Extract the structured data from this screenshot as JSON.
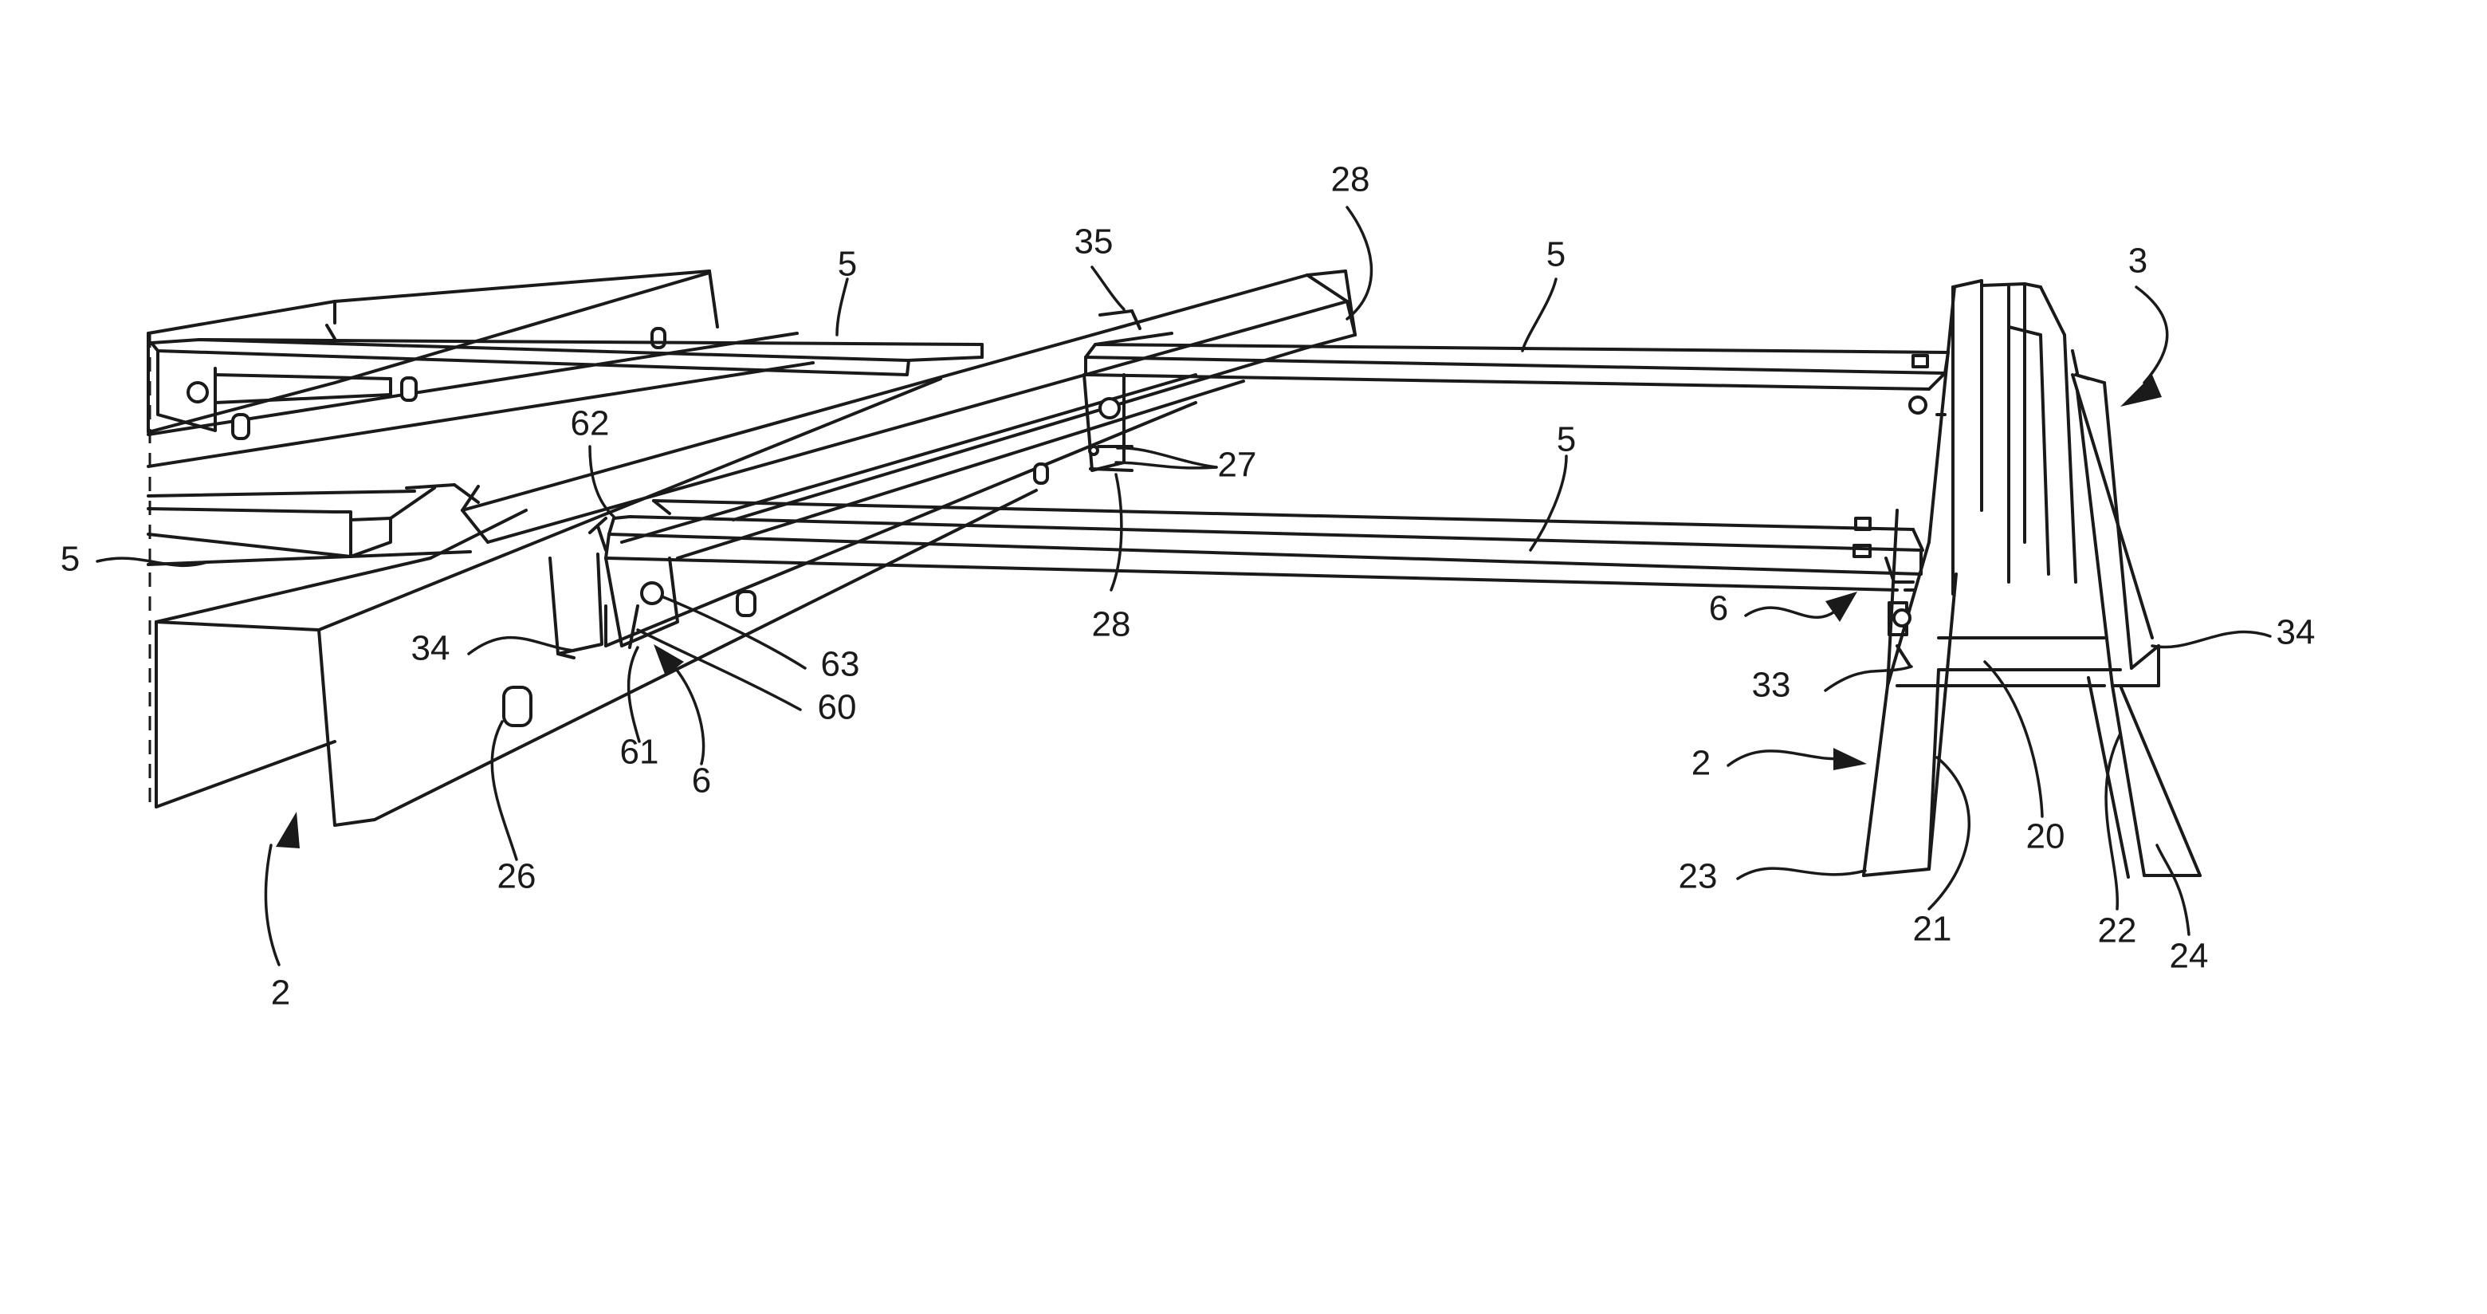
{
  "labels": {
    "rail_upper_left": "5",
    "center_top": "35",
    "beam_end_top": "28",
    "rail_upper_right": "5",
    "assembly_ref": "3",
    "ref_62": "62",
    "ref_27": "27",
    "rail_middle": "5",
    "rail_left": "5",
    "ref_28_lower": "28",
    "bracket_right": "6",
    "ref_34_right": "34",
    "ref_34_left": "34",
    "ref_63": "63",
    "ref_33": "33",
    "ref_60": "60",
    "ref_61": "61",
    "bracket_left": "6",
    "base_right": "2",
    "ref_20": "20",
    "ref_23": "23",
    "ref_26": "26",
    "ref_21": "21",
    "ref_22": "22",
    "ref_24": "24",
    "base_left": "2"
  }
}
